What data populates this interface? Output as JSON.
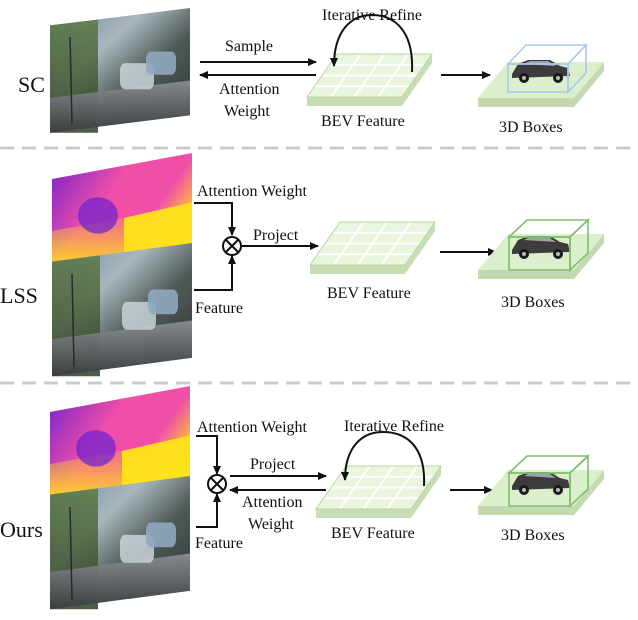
{
  "colors": {
    "grid_fill": "#e9f5dc",
    "grid_side": "#c7ddb4",
    "grid_line": "#ffffff",
    "base_fill": "#dcefcc",
    "base_side": "#c3d9b1",
    "box_sc": "#a9c9ec",
    "box_green": "#7fbf6a",
    "separator": "#cccccc",
    "depth_a": "#6b1fd0",
    "depth_b": "#f04fa8",
    "depth_c": "#ffe31a"
  },
  "icons": {
    "multiply": "circle-times-icon",
    "car": "car-icon"
  },
  "sc": {
    "label": "SC",
    "sample": "Sample",
    "attention_1": "Attention",
    "attention_2": "Weight",
    "refine": "Iterative Refine",
    "bev": "BEV Feature",
    "boxes": "3D Boxes"
  },
  "lss": {
    "label": "LSS",
    "attention_weight": "Attention Weight",
    "project": "Project",
    "feature": "Feature",
    "bev": "BEV Feature",
    "boxes": "3D Boxes"
  },
  "ours": {
    "label": "Ours",
    "attention_weight": "Attention Weight",
    "project": "Project",
    "attention_1": "Attention",
    "attention_2": "Weight",
    "refine": "Iterative Refine",
    "feature": "Feature",
    "bev": "BEV Feature",
    "boxes": "3D Boxes"
  }
}
